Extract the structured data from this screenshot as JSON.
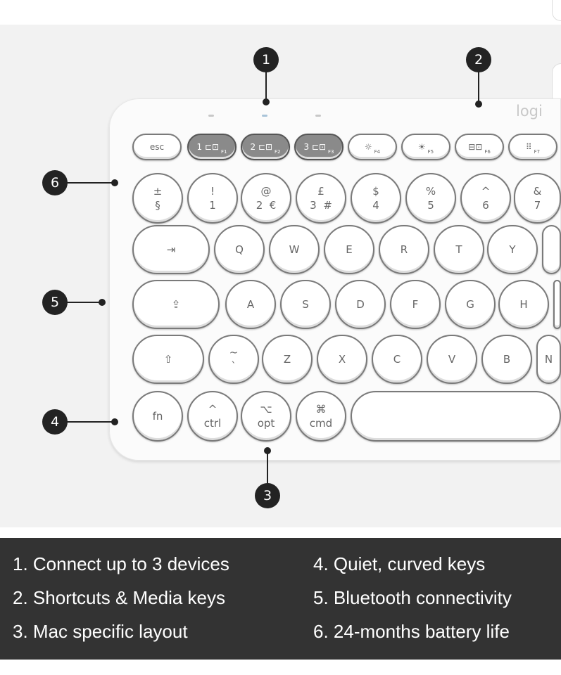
{
  "logo": "logi",
  "callouts": [
    "1",
    "2",
    "3",
    "4",
    "5",
    "6"
  ],
  "features": [
    "1. Connect up to 3 devices",
    "2. Shortcuts & Media keys",
    "3. Mac specific layout",
    "4. Quiet, curved keys",
    "5. Bluetooth connectivity",
    "6. 24-months battery life"
  ],
  "keys": {
    "fn_row": [
      {
        "top": "esc"
      },
      {
        "top": "1 ⊏⊡",
        "sub": "F1"
      },
      {
        "top": "2 ⊏⊡",
        "sub": "F2"
      },
      {
        "top": "3 ⊏⊡",
        "sub": "F3"
      },
      {
        "top": "☼",
        "sub": "F4"
      },
      {
        "top": "☀",
        "sub": "F5"
      },
      {
        "top": "⊟⊡",
        "sub": "F6"
      },
      {
        "top": "⠿",
        "sub": "F7"
      }
    ],
    "number_row": [
      {
        "top": "±",
        "bottom": "§"
      },
      {
        "top": "!",
        "bottom": "1"
      },
      {
        "top": "@",
        "bottom": "2  €"
      },
      {
        "top": "£",
        "bottom": "3  #"
      },
      {
        "top": "$",
        "bottom": "4"
      },
      {
        "top": "%",
        "bottom": "5"
      },
      {
        "top": "^",
        "bottom": "6"
      },
      {
        "top": "&",
        "bottom": "7"
      }
    ],
    "q_row": [
      {
        "top": "⇥"
      },
      {
        "top": "Q"
      },
      {
        "top": "W"
      },
      {
        "top": "E"
      },
      {
        "top": "R"
      },
      {
        "top": "T"
      },
      {
        "top": "Y"
      },
      {
        "top": ""
      }
    ],
    "a_row": [
      {
        "top": "⇪"
      },
      {
        "top": "A"
      },
      {
        "top": "S"
      },
      {
        "top": "D"
      },
      {
        "top": "F"
      },
      {
        "top": "G"
      },
      {
        "top": "H"
      },
      {
        "top": ""
      }
    ],
    "z_row": [
      {
        "top": "⇧"
      },
      {
        "top": "~",
        "bottom": "`"
      },
      {
        "top": "Z"
      },
      {
        "top": "X"
      },
      {
        "top": "C"
      },
      {
        "top": "V"
      },
      {
        "top": "B"
      },
      {
        "top": "N"
      }
    ],
    "bottom_row": [
      {
        "top": "fn"
      },
      {
        "top": "^",
        "bottom": "ctrl"
      },
      {
        "top": "⌥",
        "bottom": "opt"
      },
      {
        "top": "⌘",
        "bottom": "cmd"
      },
      {
        "top": ""
      }
    ]
  }
}
